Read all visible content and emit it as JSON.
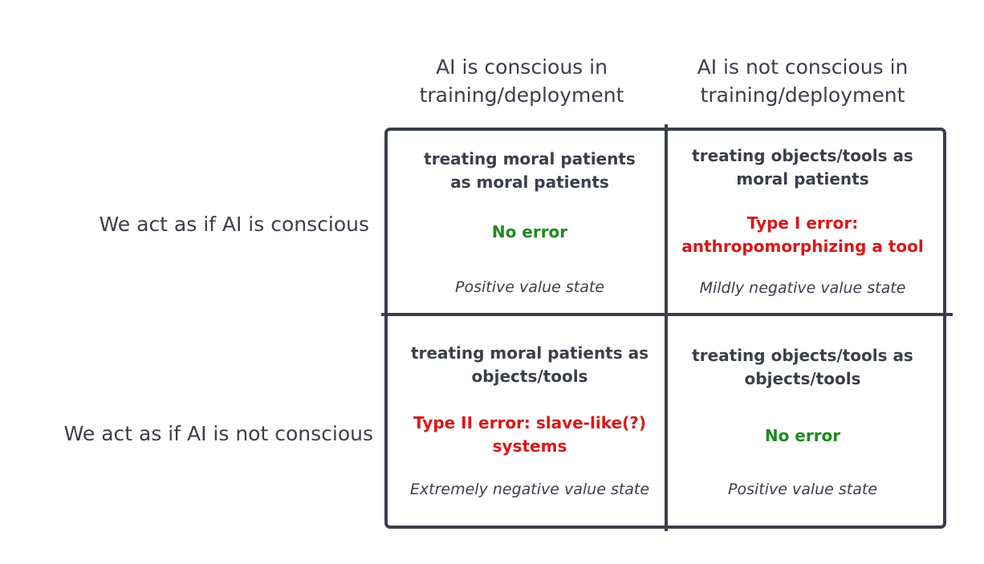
{
  "columns": [
    {
      "header": "AI is conscious in\ntraining/deployment"
    },
    {
      "header": "AI is not conscious in\ntraining/deployment"
    }
  ],
  "rows": [
    {
      "header": "We act as if AI is conscious"
    },
    {
      "header": "We act as if AI is not conscious"
    }
  ],
  "cells": {
    "conscious_conscious": {
      "description": "treating moral patients\nas moral patients",
      "verdict": "No error",
      "verdict_type": "ok",
      "value_state": "Positive value state"
    },
    "conscious_not": {
      "description": "treating objects/tools as\nmoral patients",
      "verdict": "Type I error:\nanthropomorphizing a tool",
      "verdict_type": "error",
      "value_state": "Mildly negative value state"
    },
    "not_conscious": {
      "description": "treating moral patients as\nobjects/tools",
      "verdict": "Type II error: slave-like(?)\nsystems",
      "verdict_type": "error",
      "value_state": "Extremely negative value state"
    },
    "not_not": {
      "description": "treating objects/tools as\nobjects/tools",
      "verdict": "No error",
      "verdict_type": "ok",
      "value_state": "Positive value state"
    }
  },
  "colors": {
    "ok": "#1f8a1f",
    "error": "#d81818",
    "text": "#3a3f4a",
    "grid": "#3a3f4a"
  }
}
